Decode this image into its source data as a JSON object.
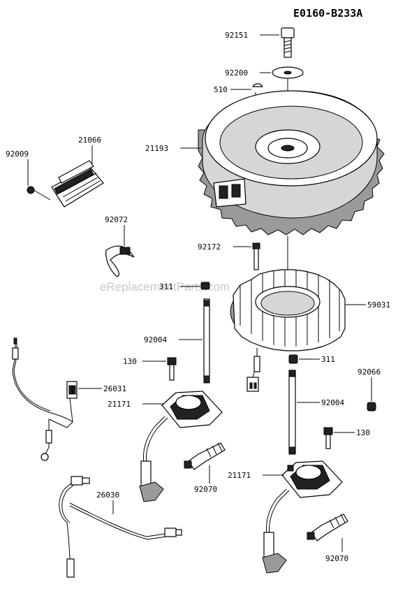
{
  "diagram_code": "E0160-B233A",
  "watermark": "eReplacementParts.com",
  "callouts": {
    "bolt_top": "92151",
    "washer_top": "92200",
    "key": "510",
    "flywheel": "21193",
    "regulator": "21066",
    "regulator_screw": "92009",
    "clamp": "92072",
    "stator_bolt": "92172",
    "nut_left": "311",
    "stator": "59031",
    "stud_left": "92004",
    "screw_left": "130",
    "harness_left": "26031",
    "coil_left": "21171",
    "nut_right": "311",
    "spacer_right": "92066",
    "stud_right": "92004",
    "screw_right": "130",
    "plug_left": "92070",
    "harness_bottom": "26030",
    "coil_right": "21171",
    "plug_right": "92070"
  }
}
